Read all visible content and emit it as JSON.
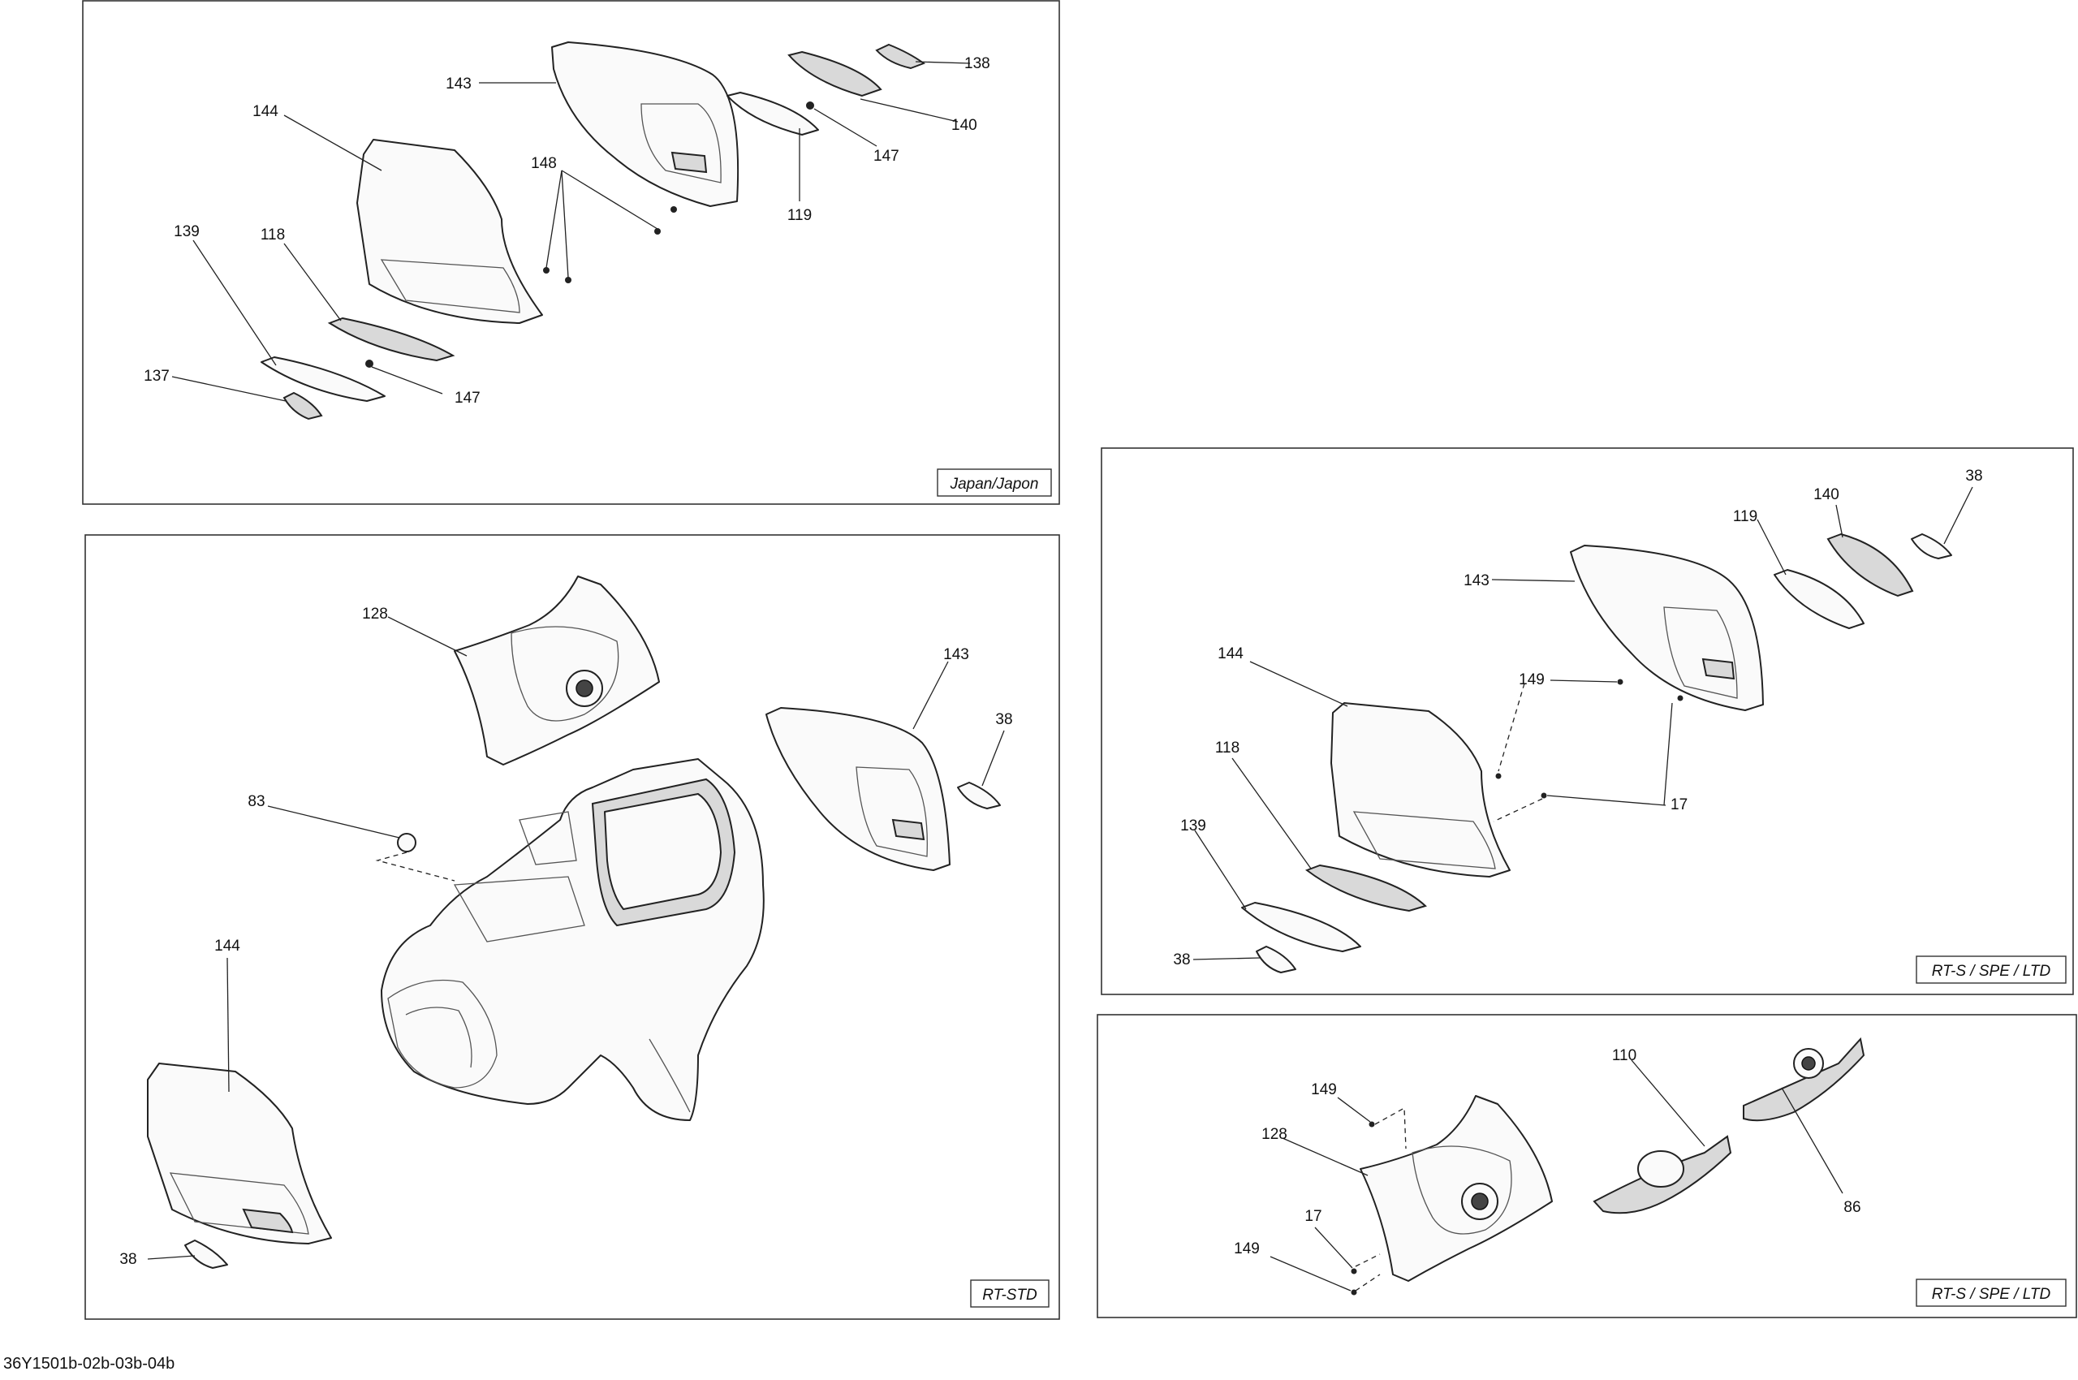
{
  "panels": {
    "japan": {
      "tag": "Japan/Japon",
      "callouts": {
        "c143": "143",
        "c144": "144",
        "c148": "148",
        "c138": "138",
        "c140": "140",
        "c147a": "147",
        "c119": "119",
        "c139": "139",
        "c118": "118",
        "c137": "137",
        "c147b": "147"
      }
    },
    "rtstd": {
      "tag": "RT-STD",
      "callouts": {
        "c128": "128",
        "c143": "143",
        "c38a": "38",
        "c83": "83",
        "c144": "144",
        "c38b": "38"
      }
    },
    "rts1": {
      "tag": "RT-S / SPE / LTD",
      "callouts": {
        "c38a": "38",
        "c140": "140",
        "c119": "119",
        "c143": "143",
        "c144": "144",
        "c149": "149",
        "c118": "118",
        "c17": "17",
        "c139": "139",
        "c38b": "38"
      }
    },
    "rts2": {
      "tag": "RT-S / SPE / LTD",
      "callouts": {
        "c110": "110",
        "c149a": "149",
        "c128": "128",
        "c86": "86",
        "c17": "17",
        "c149b": "149"
      }
    }
  },
  "footer": "36Y1501b-02b-03b-04b"
}
